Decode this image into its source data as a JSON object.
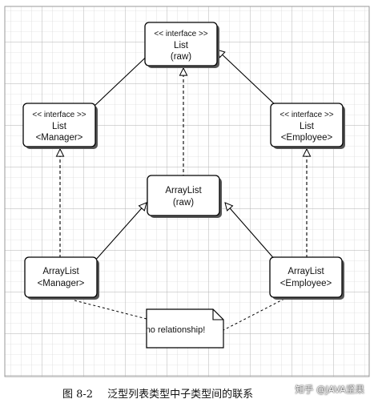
{
  "nodes": {
    "list_raw": {
      "stereotype": "<< interface >>",
      "line1": "List",
      "line2": "(raw)"
    },
    "list_manager": {
      "stereotype": "<< interface >>",
      "line1": "List",
      "line2": "<Manager>"
    },
    "list_employee": {
      "stereotype": "<< interface >>",
      "line1": "List",
      "line2": "<Employee>"
    },
    "arraylist_raw": {
      "line1": "ArrayList",
      "line2": "(raw)"
    },
    "arraylist_manager": {
      "line1": "ArrayList",
      "line2": "<Manager>"
    },
    "arraylist_employee": {
      "line1": "ArrayList",
      "line2": "<Employee>"
    }
  },
  "note": {
    "text": "no relationship!"
  },
  "caption": {
    "figure_number": "图 8-2",
    "text": "泛型列表类型中子类型间的联系"
  },
  "watermark": {
    "text": "知乎 @JAVA坚果"
  },
  "colors": {
    "grid": "#c8c8c8",
    "grid_major": "#a8a8a8",
    "box_fill": "#ffffff",
    "box_stroke": "#000000",
    "shadow": "#555555",
    "line": "#000000"
  }
}
